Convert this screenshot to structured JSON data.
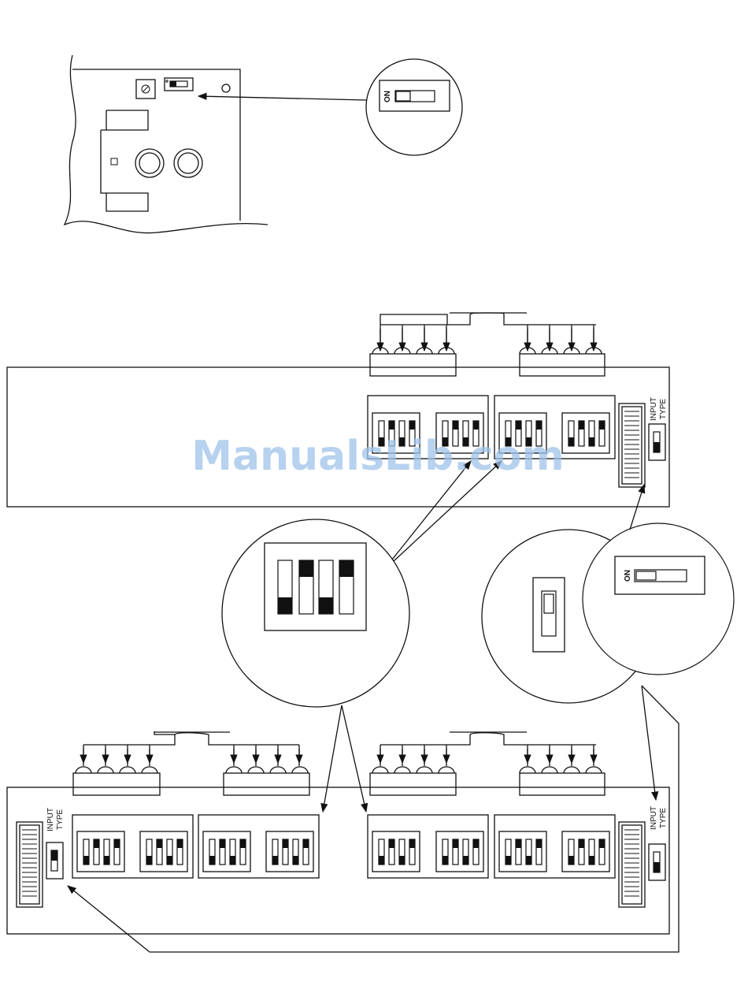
{
  "labels": {
    "on": "ON",
    "input": "INPUT",
    "type": "TYPE"
  },
  "watermark": "ManualsLib.com",
  "colors": {
    "line": "#111111",
    "background": "#ffffff",
    "watermark": "#9fc3ea"
  }
}
